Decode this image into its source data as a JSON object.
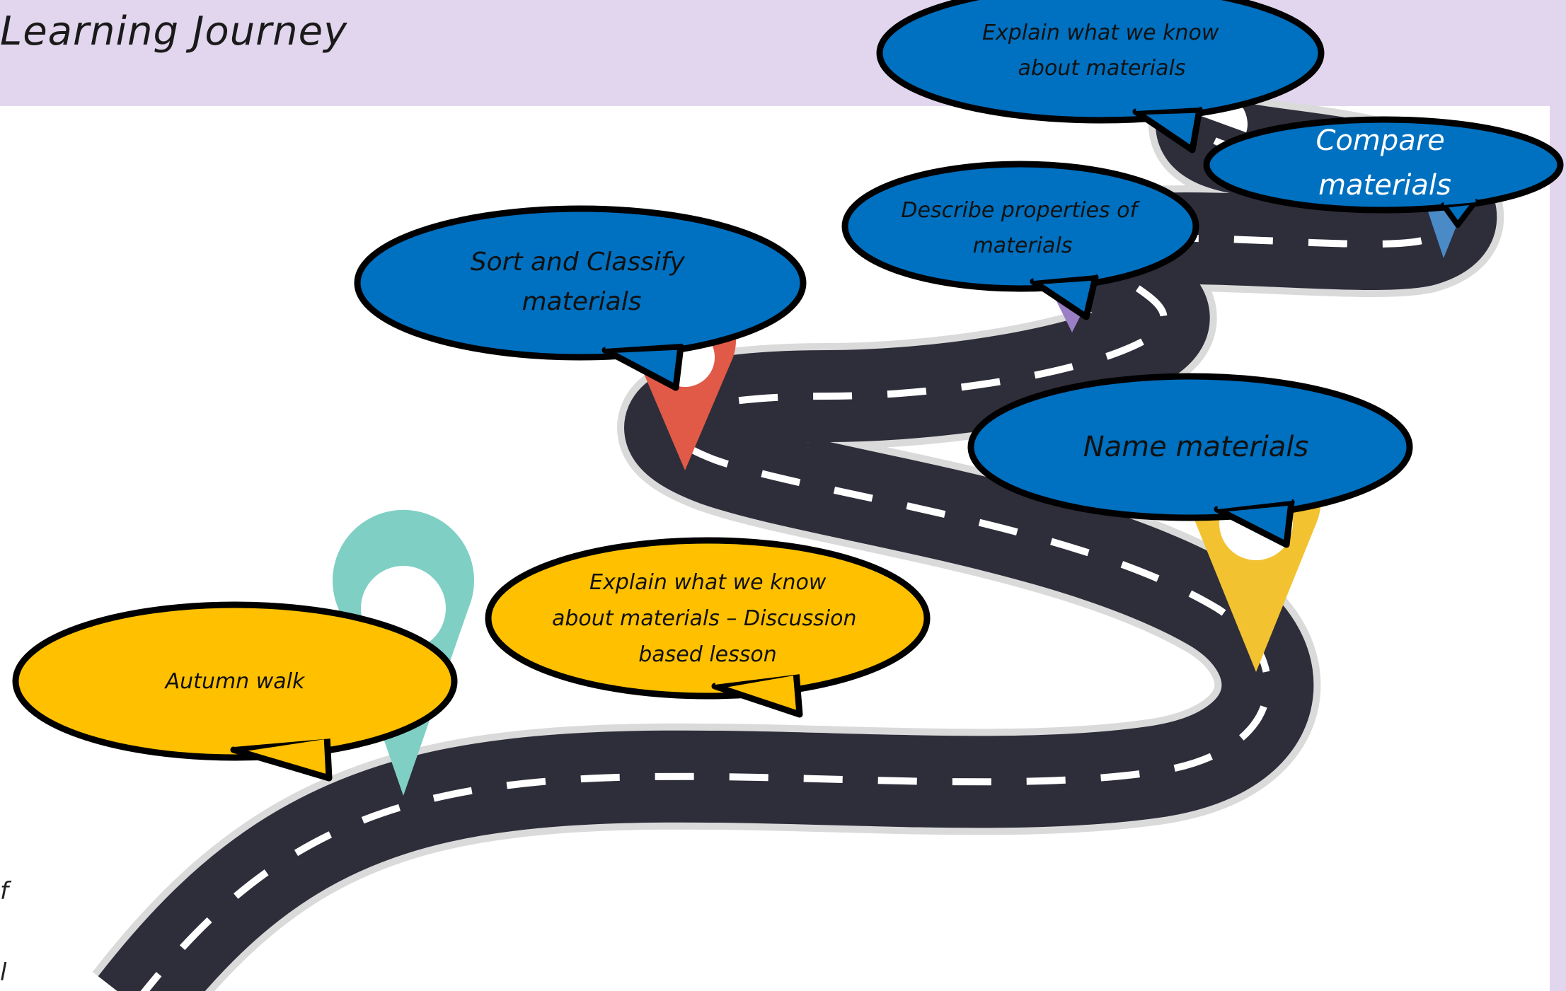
{
  "header": {
    "title": "Learning Journey"
  },
  "colors": {
    "header_bg": "#e2d6ee",
    "road": "#2e2d3a",
    "road_edge": "#e6e6e6",
    "blue_bubble": "#0070c0",
    "yellow_bubble": "#ffc000",
    "pin_teal": "#7fcfc4",
    "pin_red": "#e05a47",
    "pin_yellow": "#f2c230",
    "pin_purple": "#9a7fc7",
    "pin_blue": "#4a8bc7"
  },
  "bubbles": {
    "autumn_walk": {
      "lines": [
        "Autumn walk"
      ]
    },
    "explain_discussion": {
      "lines": [
        "Explain what we know",
        "about materials – Discussion",
        "based lesson"
      ]
    },
    "sort_classify": {
      "lines": [
        "Sort and Classify",
        "materials"
      ]
    },
    "name_materials": {
      "lines": [
        "Name materials"
      ]
    },
    "describe_properties": {
      "lines": [
        "Describe properties of",
        "materials"
      ]
    },
    "explain_top": {
      "lines": [
        "Explain what we know",
        "about materials"
      ]
    },
    "compare": {
      "lines": [
        "Compare",
        "materials"
      ]
    }
  },
  "edge_fragments": {
    "a": "f",
    "b": "l"
  }
}
